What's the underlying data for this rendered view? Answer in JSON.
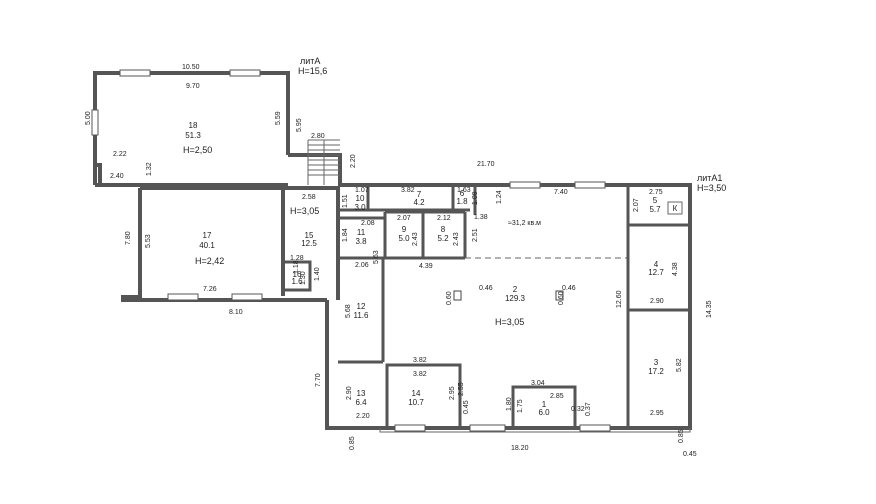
{
  "labels": {
    "litA": "литА",
    "litA_h": "H=15,6",
    "litA1": "литА1",
    "litA1_h": "H=3,50",
    "k_mark": "К",
    "note_area": "≈31,2 кв.м"
  },
  "heights": {
    "room18": "H=2,50",
    "room17": "H=2,42",
    "room15": "H=3,05",
    "main": "H=3,05"
  },
  "rooms": [
    {
      "num": "18",
      "area": "51.3"
    },
    {
      "num": "17",
      "area": "40.1"
    },
    {
      "num": "15",
      "area": "12.5"
    },
    {
      "num": "16",
      "area": "1.6"
    },
    {
      "num": "10",
      "area": "3.0"
    },
    {
      "num": "7",
      "area": "4.2"
    },
    {
      "num": "6",
      "area": "1.8"
    },
    {
      "num": "9",
      "area": "5.0"
    },
    {
      "num": "8",
      "area": "5.2"
    },
    {
      "num": "11",
      "area": "3.8"
    },
    {
      "num": "12",
      "area": "11.6"
    },
    {
      "num": "13",
      "area": "6.4"
    },
    {
      "num": "14",
      "area": "10.7"
    },
    {
      "num": "2",
      "area": "129.3"
    },
    {
      "num": "1",
      "area": "6.0"
    },
    {
      "num": "5",
      "area": "5.7"
    },
    {
      "num": "4",
      "area": "12.7"
    },
    {
      "num": "3",
      "area": "17.2"
    }
  ],
  "dims": {
    "d_10_50": "10.50",
    "d_9_70": "9.70",
    "d_5_00": "5.00",
    "d_5_59": "5.59",
    "d_5_95": "5.95",
    "d_2_80": "2.80",
    "d_2_22": "2.22",
    "d_1_32": "1.32",
    "d_2_40": "2.40",
    "d_2_20": "2.20",
    "d_21_70": "21.70",
    "d_2_58": "2.58",
    "d_7_80": "7.80",
    "d_5_53": "5.53",
    "d_7_26": "7.26",
    "d_8_10": "8.10",
    "d_1_28": "1.28",
    "d_1_18": "1.18",
    "d_1_30": "1.30",
    "d_1_40": "1.40",
    "d_1_07": "1.07",
    "d_1_51": "1.51",
    "d_3_82a": "3.82",
    "d_1_63": "1.63",
    "d_1_09": "1.09",
    "d_1_24": "1.24",
    "d_7_40": "7.40",
    "d_2_75": "2.75",
    "d_2_07a": "2.07",
    "d_2_08": "2.08",
    "d_1_84": "1.84",
    "d_2_07b": "2.07",
    "d_2_12": "2.12",
    "d_1_38": "1.38",
    "d_2_43a": "2.43",
    "d_2_43b": "2.43",
    "d_2_51": "2.51",
    "d_5_63": "5.63",
    "d_2_06": "2.06",
    "d_4_39": "4.39",
    "d_4_38": "4.38",
    "d_0_60a": "0.60",
    "d_0_46a": "0.46",
    "d_0_60b": "0.60",
    "d_0_46b": "0.46",
    "d_12_60": "12.60",
    "d_2_90": "2.90",
    "d_14_35": "14.35",
    "d_5_68": "5.68",
    "d_3_82b": "3.82",
    "d_3_82c": "3.82",
    "d_7_70": "7.70",
    "d_2_90b": "2.90",
    "d_2_20b": "2.20",
    "d_2_95a": "2.95",
    "d_2_55": "2.55",
    "d_0_45a": "0.45",
    "d_3_04": "3.04",
    "d_2_85": "2.85",
    "d_1_80": "1.80",
    "d_1_75": "1.75",
    "d_0_32": "0.32",
    "d_0_37": "0.37",
    "d_5_82": "5.82",
    "d_2_95b": "2.95",
    "d_0_85a": "0.85",
    "d_18_20": "18.20",
    "d_0_85b": "0.85",
    "d_0_45b": "0.45"
  }
}
